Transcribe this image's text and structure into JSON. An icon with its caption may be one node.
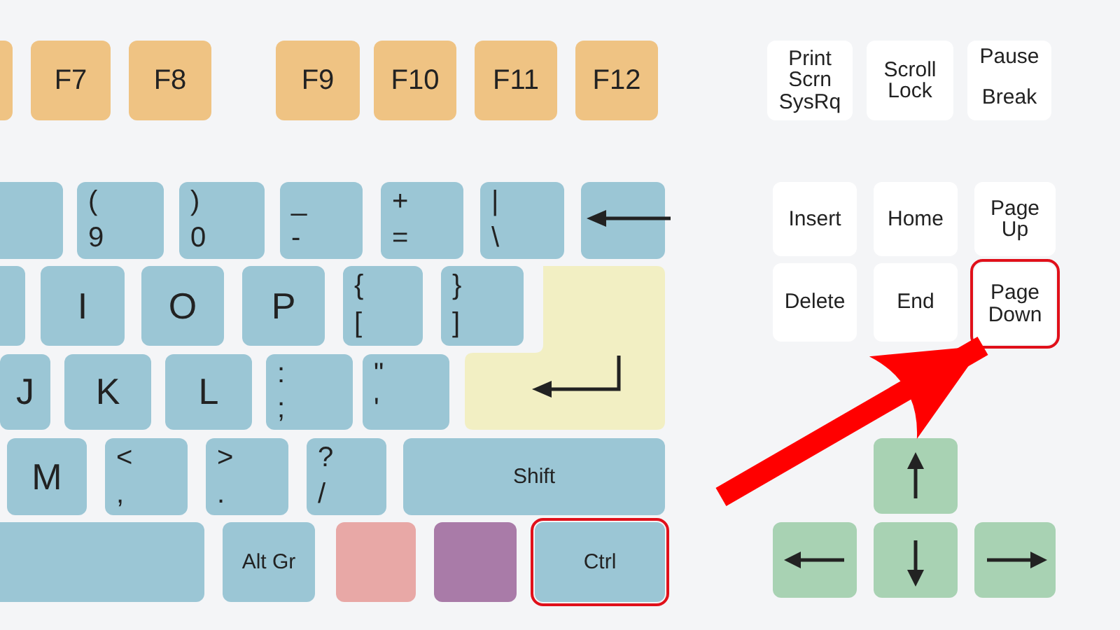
{
  "diagram": {
    "nodes": [
      {
        "text": [],
        "shape": "box"
      },
      {
        "text": [
          "F7"
        ]
      },
      {
        "text": [
          "F8"
        ]
      },
      {
        "text": [
          "F9"
        ]
      },
      {
        "text": [
          "F10"
        ]
      },
      {
        "text": [
          "F11"
        ]
      },
      {
        "text": [
          "F12"
        ]
      },
      {
        "text": [
          "Print Scrn SysRq"
        ]
      },
      {
        "text": [
          "Scroll Lock"
        ]
      },
      {
        "text": [
          "Pause",
          "Break"
        ]
      },
      {
        "text": [],
        "shape": "box"
      },
      {
        "text": [
          "(",
          "9"
        ]
      },
      {
        "text": [
          ")",
          "0"
        ]
      },
      {
        "text": [
          "_",
          "-"
        ]
      },
      {
        "text": [
          "+",
          "="
        ]
      },
      {
        "text": [
          "|",
          "\\"
        ]
      },
      {
        "text": [],
        "shape": "box"
      },
      {
        "text": [
          "Insert"
        ]
      },
      {
        "text": [
          "Home"
        ]
      },
      {
        "text": [
          "Page Up"
        ]
      },
      {
        "text": [],
        "shape": "box"
      },
      {
        "text": [
          "I"
        ]
      },
      {
        "text": [
          "O"
        ]
      },
      {
        "text": [
          "P"
        ]
      },
      {
        "text": [
          "{",
          "["
        ]
      },
      {
        "text": [
          "}",
          "]"
        ]
      },
      {
        "text": [],
        "shape": "box"
      },
      {
        "text": [
          "Delete"
        ]
      },
      {
        "text": [
          "End"
        ]
      },
      {
        "text": [
          "Page Down"
        ]
      },
      {
        "text": [
          "J"
        ]
      },
      {
        "text": [
          "K"
        ]
      },
      {
        "text": [
          "L"
        ]
      },
      {
        "text": [
          ":",
          ";"
        ]
      },
      {
        "text": [
          "\"",
          "'"
        ]
      },
      {
        "text": [
          "M"
        ]
      },
      {
        "text": [
          "<",
          ","
        ]
      },
      {
        "text": [
          ">",
          "."
        ]
      },
      {
        "text": [
          "?",
          "/"
        ]
      },
      {
        "text": [
          "Shift"
        ]
      },
      {
        "text": [],
        "shape": "box"
      },
      {
        "text": [],
        "shape": "box"
      },
      {
        "text": [
          "Alt Gr"
        ]
      },
      {
        "text": [],
        "shape": "box"
      },
      {
        "text": [],
        "shape": "box"
      },
      {
        "text": [
          "Ctrl"
        ]
      },
      {
        "text": [],
        "shape": "box"
      },
      {
        "text": [],
        "shape": "box"
      },
      {
        "text": [],
        "shape": "box"
      }
    ],
    "edges": [
      {
        "from": null,
        "to": 29,
        "arrow": "to",
        "color": "#ff0000"
      }
    ]
  }
}
